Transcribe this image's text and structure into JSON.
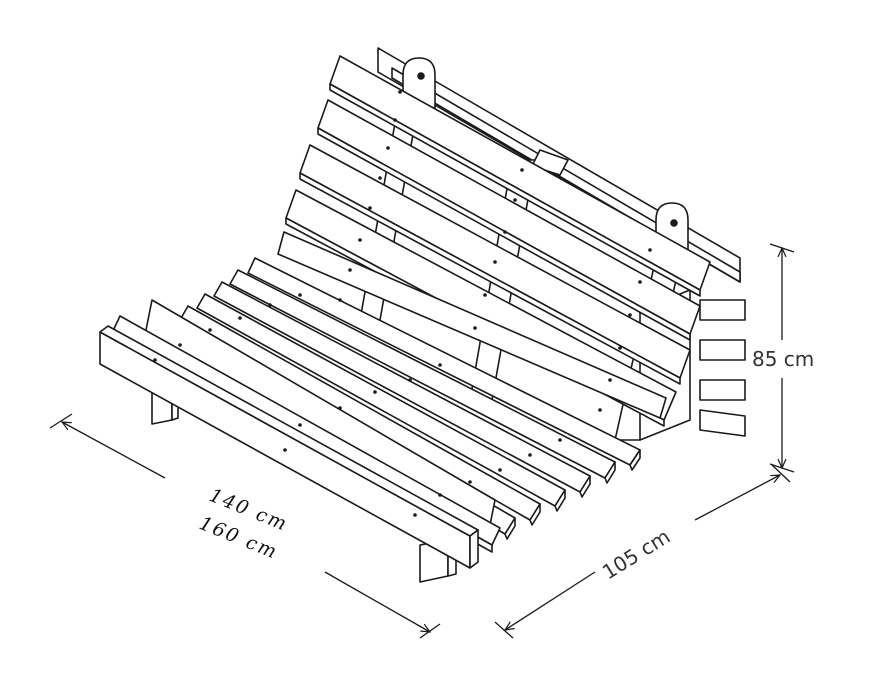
{
  "dimensions": {
    "height_label": "85 cm",
    "depth_label": "105 cm",
    "width_label_1": "140 cm",
    "width_label_2": "160 cm"
  },
  "colors": {
    "line": "#1a1a1a",
    "fill": "#ffffff"
  }
}
